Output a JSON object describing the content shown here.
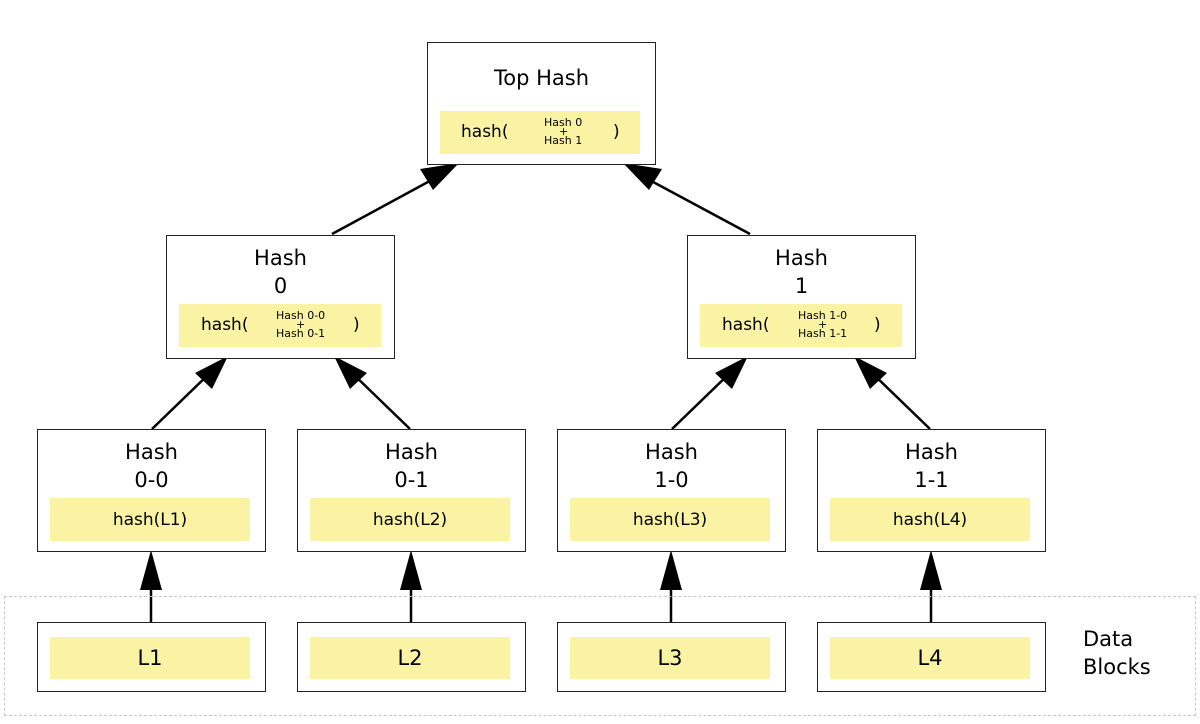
{
  "top": {
    "title": "Top Hash",
    "fn": "hash(",
    "a": "Hash 0",
    "plus": "+",
    "b": "Hash 1",
    "close": ")"
  },
  "h0": {
    "title_1": "Hash",
    "title_2": "0",
    "fn": "hash(",
    "a": "Hash 0-0",
    "plus": "+",
    "b": "Hash 0-1",
    "close": ")"
  },
  "h1": {
    "title_1": "Hash",
    "title_2": "1",
    "fn": "hash(",
    "a": "Hash 1-0",
    "plus": "+",
    "b": "Hash 1-1",
    "close": ")"
  },
  "leafhashes": [
    {
      "title_1": "Hash",
      "title_2": "0-0",
      "content": "hash(L1)"
    },
    {
      "title_1": "Hash",
      "title_2": "0-1",
      "content": "hash(L2)"
    },
    {
      "title_1": "Hash",
      "title_2": "1-0",
      "content": "hash(L3)"
    },
    {
      "title_1": "Hash",
      "title_2": "1-1",
      "content": "hash(L4)"
    }
  ],
  "blocks": [
    "L1",
    "L2",
    "L3",
    "L4"
  ],
  "group_label": {
    "line1": "Data",
    "line2": "Blocks"
  },
  "colors": {
    "highlight": "#fbf3a4",
    "border": "#222222",
    "dashed": "#c6c6c6",
    "arrow": "#000000"
  }
}
